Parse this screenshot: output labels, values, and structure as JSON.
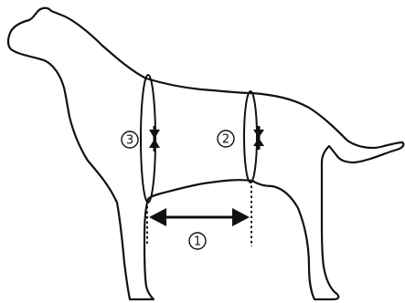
{
  "markers": {
    "length": "1",
    "waist": "2",
    "chest": "3"
  },
  "colors": {
    "line": "#111111",
    "background": "#ffffff"
  }
}
